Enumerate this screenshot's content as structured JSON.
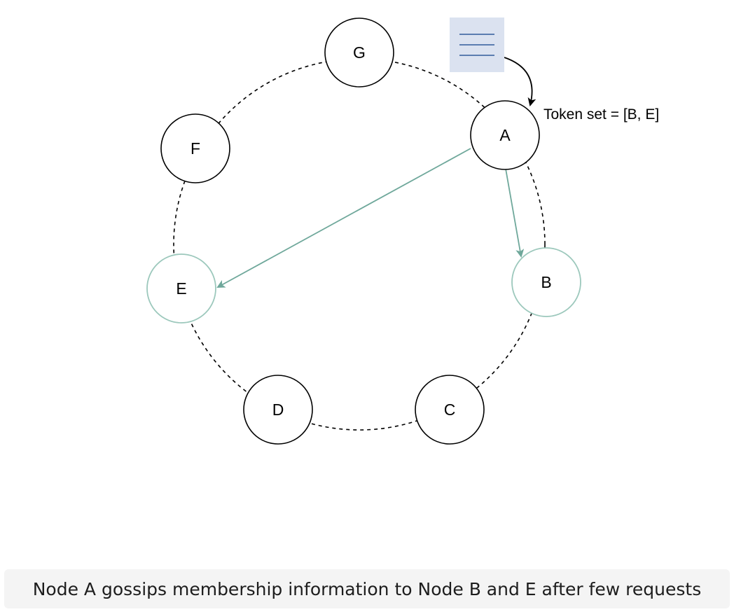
{
  "diagram": {
    "nodes": [
      {
        "id": "G",
        "label": "G",
        "highlighted": false
      },
      {
        "id": "A",
        "label": "A",
        "highlighted": false
      },
      {
        "id": "B",
        "label": "B",
        "highlighted": true
      },
      {
        "id": "C",
        "label": "C",
        "highlighted": false
      },
      {
        "id": "D",
        "label": "D",
        "highlighted": false
      },
      {
        "id": "E",
        "label": "E",
        "highlighted": true
      },
      {
        "id": "F",
        "label": "F",
        "highlighted": false
      }
    ],
    "ring_order": [
      "G",
      "A",
      "B",
      "C",
      "D",
      "E",
      "F"
    ],
    "edges": [
      {
        "from": "A",
        "to": "E",
        "style": "gossip"
      },
      {
        "from": "A",
        "to": "B",
        "style": "gossip"
      }
    ],
    "token_label": "Token set = [B, E]",
    "request_icon": "document-icon",
    "colors": {
      "node_stroke": "#000000",
      "highlight_stroke": "#9cc8bc",
      "gossip_arrow": "#6fa89b",
      "document_fill": "#dbe2f0",
      "document_lines": "#5b7db0",
      "ring": "#000000"
    }
  },
  "caption": "Node A gossips membership information to Node B and E after few requests"
}
